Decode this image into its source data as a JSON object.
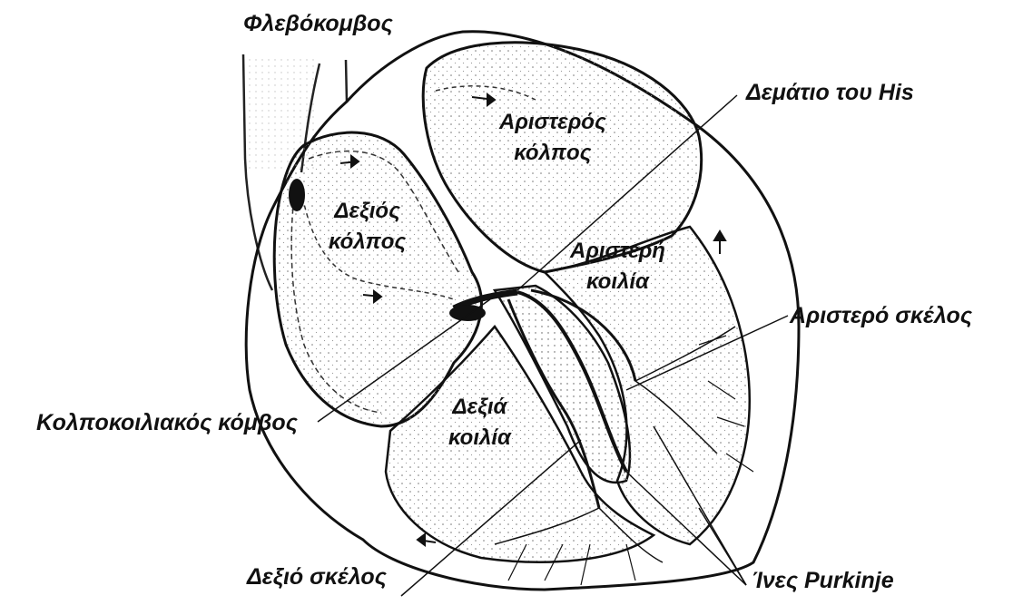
{
  "labels": {
    "sinus_node": "Φλεβόκομβος",
    "bundle_of_his": "Δεμάτιο του His",
    "left_atrium": [
      "Αριστερός",
      "κόλπος"
    ],
    "right_atrium": [
      "Δεξιός",
      "κόλπος"
    ],
    "left_ventricle": [
      "Αριστερή",
      "κοιλία"
    ],
    "right_ventricle": [
      "Δεξιά",
      "κοιλία"
    ],
    "left_bundle_branch": "Αριστερό σκέλος",
    "av_node": "Κολποκοιλιακός κόμβος",
    "right_bundle_branch": "Δεξιό σκέλος",
    "purkinje_fibers": "Ίνες Purkinje"
  }
}
